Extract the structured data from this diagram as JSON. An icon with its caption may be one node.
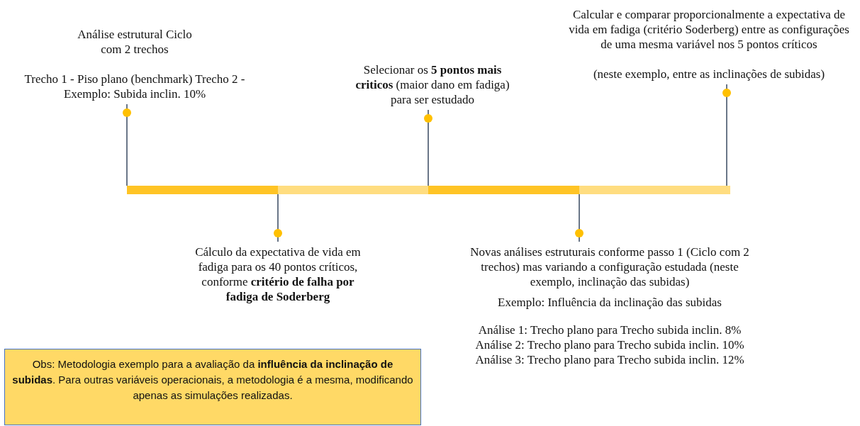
{
  "diagram": {
    "nodes": [
      {
        "text": [
          "Análise estrutural Ciclo com 2 trechos",
          "Trecho 1 - Piso plano (benchmark) Trecho 2 - Exemplo: Subida inclin. 10%"
        ]
      },
      {
        "text": [
          "Cálculo da expectativa de vida em fadiga para os 40 pontos críticos, conforme **critério de falha por fadiga de Soderberg**"
        ]
      },
      {
        "text": [
          "Selecionar os **5 pontos mais criticos** (maior dano em fadiga) para ser estudado"
        ]
      },
      {
        "text": [
          "Novas análises estruturais conforme passo 1 (Ciclo com 2 trechos) mas variando a configuração estudada (neste exemplo, inclinação das subidas)",
          "Exemplo: Influência da inclinação das subidas",
          "Análise 1: Trecho plano para Trecho subida inclin. 8%",
          "Análise 2: Trecho plano para Trecho subida inclin. 10%",
          "Análise 3: Trecho plano para Trecho subida inclin. 12%"
        ]
      },
      {
        "text": [
          "Calcular e comparar proporcionalmente a expectativa de vida em fadiga (critério Soderberg) entre as configurações de uma mesma variável nos 5 pontos críticos",
          "(neste exemplo, entre as inclinações de subidas)"
        ]
      },
      {
        "text": [
          "Obs: Metodologia exemplo para a avaliação da **influência da inclinação de subidas**. Para outras variáveis operacionais, a metodologia é a mesma, modificando apenas as simulações realizadas."
        ]
      }
    ],
    "edges": [
      {
        "from": 0,
        "to": null,
        "arrow": "none"
      },
      {
        "from": 1,
        "to": null,
        "arrow": "none"
      },
      {
        "from": 2,
        "to": null,
        "arrow": "none"
      },
      {
        "from": 3,
        "to": null,
        "arrow": "none"
      },
      {
        "from": 4,
        "to": null,
        "arrow": "none"
      }
    ]
  }
}
